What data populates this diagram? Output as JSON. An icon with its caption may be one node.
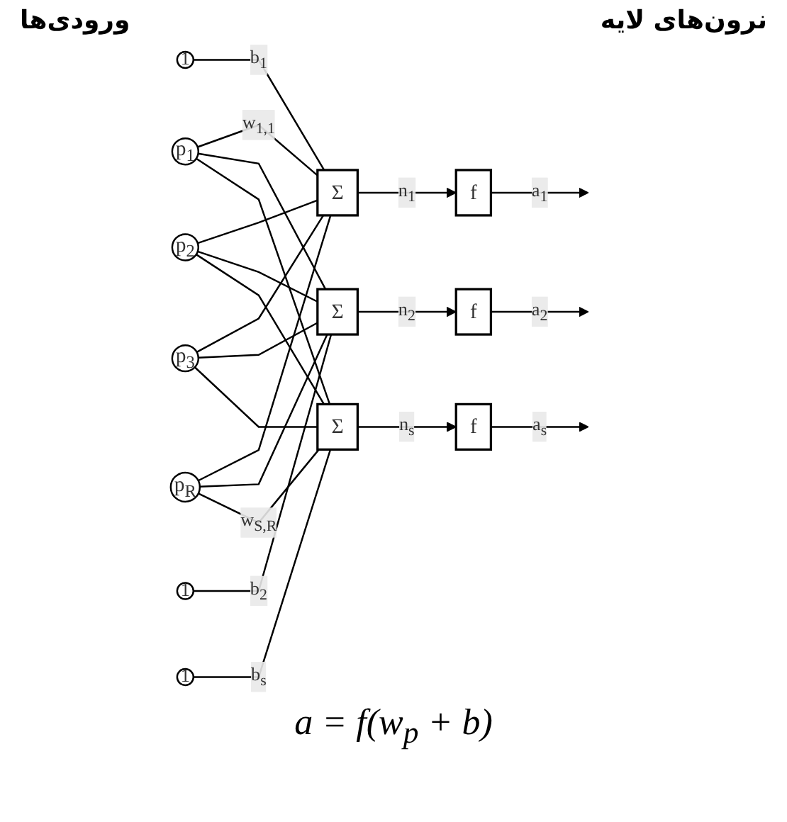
{
  "diagram": {
    "caption": "a = f(w$_{p}$ + b)",
    "nodes": [
      {
        "text": [
          "p$_{1}$"
        ]
      },
      {
        "text": [
          "p$_{2}$"
        ]
      },
      {
        "text": [
          "p$_{3}$"
        ]
      },
      {
        "text": [
          "p$_{R}$"
        ]
      },
      {
        "text": [
          "Σ"
        ]
      },
      {
        "text": [
          "1"
        ]
      },
      {
        "text": [
          "Σ"
        ]
      },
      {
        "text": [
          "1"
        ]
      },
      {
        "text": [
          "Σ"
        ]
      },
      {
        "text": [
          "1"
        ]
      },
      {
        "text": [
          "f"
        ]
      },
      {
        "text": [
          "f"
        ]
      },
      {
        "text": [
          "f"
        ]
      }
    ],
    "edges": [
      {
        "from": 0,
        "to": 4,
        "arrow": "none",
        "label": "w$_{1,1}$"
      },
      {
        "from": 0,
        "to": 6,
        "arrow": "none"
      },
      {
        "from": 0,
        "to": 8,
        "arrow": "none"
      },
      {
        "from": 1,
        "to": 4,
        "arrow": "none"
      },
      {
        "from": 1,
        "to": 6,
        "arrow": "none"
      },
      {
        "from": 1,
        "to": 8,
        "arrow": "none"
      },
      {
        "from": 2,
        "to": 4,
        "arrow": "none"
      },
      {
        "from": 2,
        "to": 6,
        "arrow": "none"
      },
      {
        "from": 2,
        "to": 8,
        "arrow": "none"
      },
      {
        "from": 3,
        "to": 4,
        "arrow": "none"
      },
      {
        "from": 3,
        "to": 6,
        "arrow": "none"
      },
      {
        "from": 3,
        "to": 8,
        "arrow": "none",
        "label": "w$_{S,R}$"
      },
      {
        "from": 5,
        "to": 4,
        "arrow": "none",
        "label": "b$_{1}$"
      },
      {
        "from": 7,
        "to": 6,
        "arrow": "none",
        "label": "b$_{2}$"
      },
      {
        "from": 9,
        "to": 8,
        "arrow": "none",
        "label": "b$_{s}$"
      },
      {
        "from": 4,
        "to": 10,
        "arrow": "to",
        "label": "n$_{1}$"
      },
      {
        "from": 6,
        "to": 11,
        "arrow": "to",
        "label": "n$_{2}$"
      },
      {
        "from": 8,
        "to": 12,
        "arrow": "to",
        "label": "n$_{s}$"
      },
      {
        "from": 10,
        "to": null,
        "arrow": "to",
        "label": "a$_{1}$"
      },
      {
        "from": 11,
        "to": null,
        "arrow": "to",
        "label": "a$_{2}$"
      },
      {
        "from": 12,
        "to": null,
        "arrow": "to",
        "label": "a$_{s}$"
      }
    ],
    "labels": [
      "ورودی‌ها",
      "نرون‌های لایه"
    ]
  }
}
